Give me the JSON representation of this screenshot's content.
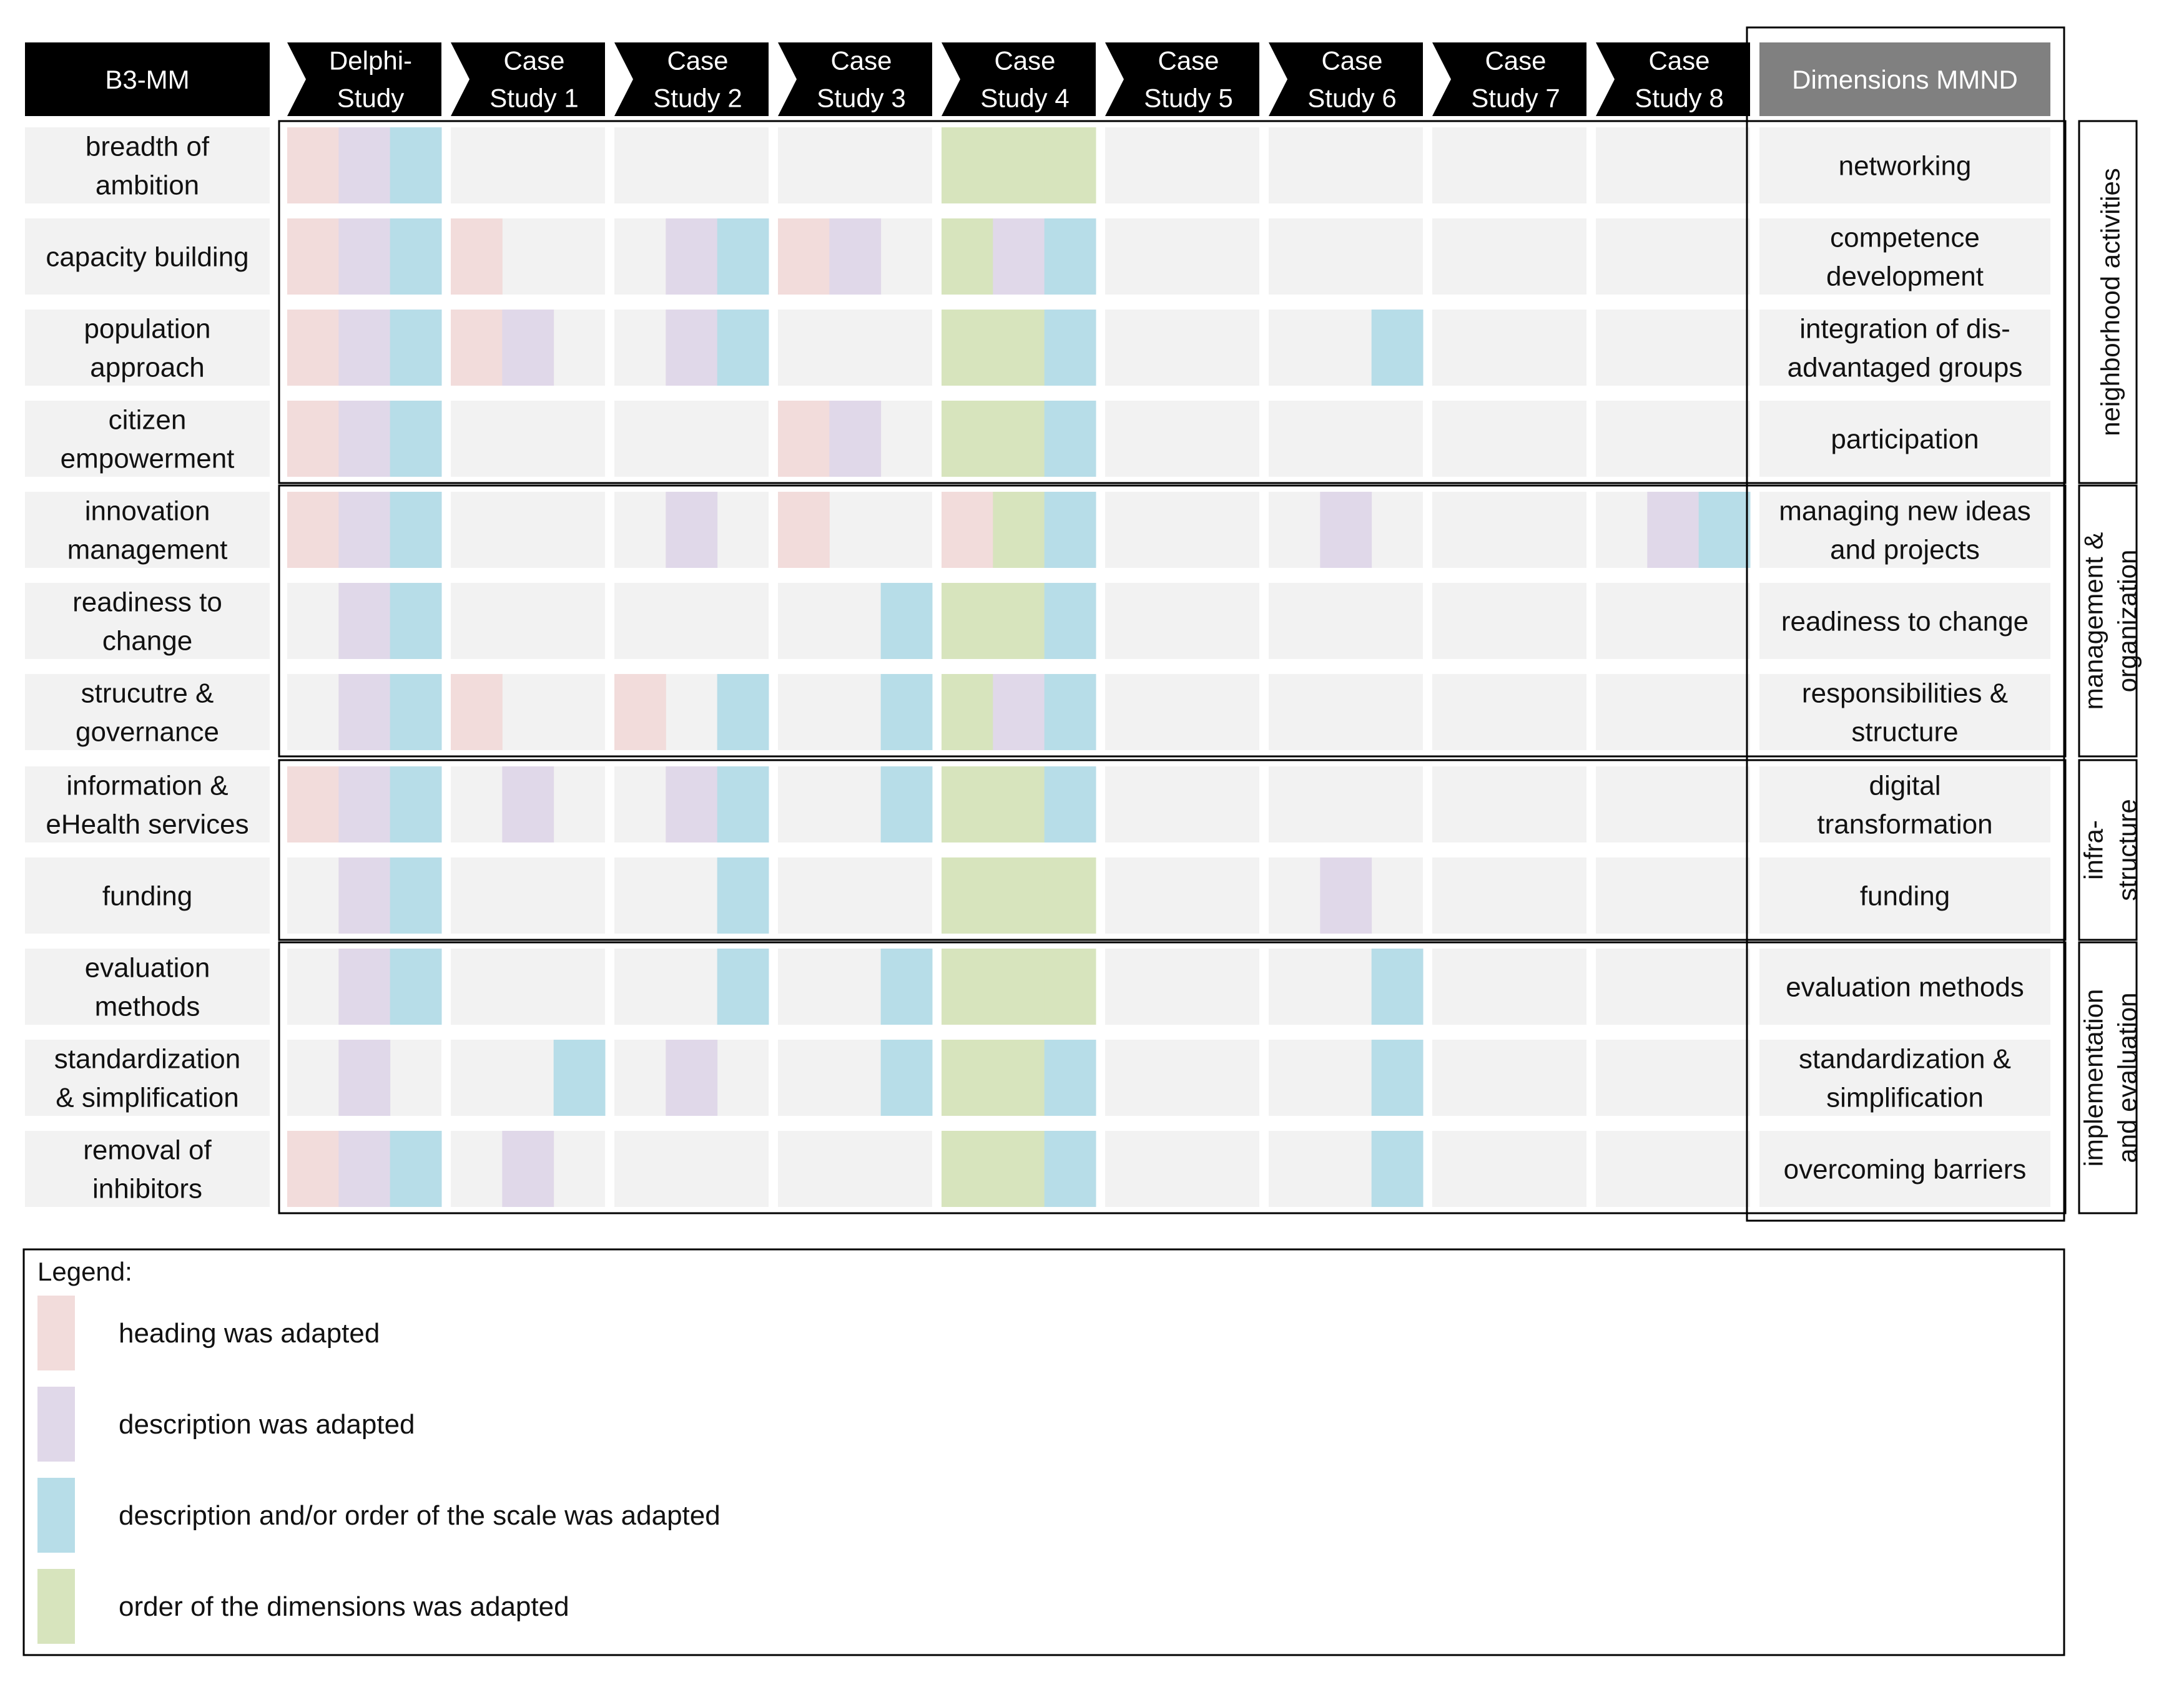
{
  "header": {
    "b3mm": "B3-MM",
    "studies": [
      [
        "Delphi-",
        "Study"
      ],
      [
        "Case",
        "Study 1"
      ],
      [
        "Case",
        "Study 2"
      ],
      [
        "Case",
        "Study 3"
      ],
      [
        "Case",
        "Study 4"
      ],
      [
        "Case",
        "Study 5"
      ],
      [
        "Case",
        "Study 6"
      ],
      [
        "Case",
        "Study 7"
      ],
      [
        "Case",
        "Study 8"
      ]
    ],
    "dimensions_title": "Dimensions MMND"
  },
  "rows": [
    {
      "b3": [
        "breadth of",
        "ambition"
      ],
      "mmnd": [
        "networking"
      ],
      "cells": [
        [
          "h",
          "d",
          "s"
        ],
        [],
        [],
        [],
        [
          "o",
          "o",
          "o"
        ],
        [],
        [],
        [],
        []
      ]
    },
    {
      "b3": [
        "capacity building"
      ],
      "mmnd": [
        "competence",
        "development"
      ],
      "cells": [
        [
          "h",
          "d",
          "s"
        ],
        [
          "h"
        ],
        [
          "",
          "d",
          "s"
        ],
        [
          "h",
          "d"
        ],
        [
          "o",
          "d",
          "s"
        ],
        [],
        [],
        [],
        []
      ]
    },
    {
      "b3": [
        "population",
        "approach"
      ],
      "mmnd": [
        "integration of dis-",
        "advantaged groups"
      ],
      "cells": [
        [
          "h",
          "d",
          "s"
        ],
        [
          "h",
          "d"
        ],
        [
          "",
          "d",
          "s"
        ],
        [],
        [
          "o",
          "o",
          "s"
        ],
        [],
        [
          "",
          "",
          "s"
        ],
        [],
        []
      ]
    },
    {
      "b3": [
        "citizen",
        "empowerment"
      ],
      "mmnd": [
        "participation"
      ],
      "cells": [
        [
          "h",
          "d",
          "s"
        ],
        [],
        [],
        [
          "h",
          "d"
        ],
        [
          "o",
          "o",
          "s"
        ],
        [],
        [],
        [],
        []
      ]
    },
    {
      "b3": [
        "innovation",
        "management"
      ],
      "mmnd": [
        "managing new ideas",
        "and projects"
      ],
      "cells": [
        [
          "h",
          "d",
          "s"
        ],
        [],
        [
          "",
          "d"
        ],
        [
          "h"
        ],
        [
          "h",
          "o",
          "s"
        ],
        [],
        [
          "",
          "d"
        ],
        [],
        [
          "",
          "d",
          "s"
        ]
      ]
    },
    {
      "b3": [
        "readiness to",
        "change"
      ],
      "mmnd": [
        "readiness to change"
      ],
      "cells": [
        [
          "",
          "d",
          "s"
        ],
        [],
        [],
        [
          "",
          "",
          "s"
        ],
        [
          "o",
          "o",
          "s"
        ],
        [],
        [],
        [],
        []
      ]
    },
    {
      "b3": [
        "strucutre &",
        "governance"
      ],
      "mmnd": [
        "responsibilities &",
        "structure"
      ],
      "cells": [
        [
          "",
          "d",
          "s"
        ],
        [
          "h"
        ],
        [
          "h",
          "",
          "s"
        ],
        [
          "",
          "",
          "s"
        ],
        [
          "o",
          "d",
          "s"
        ],
        [],
        [],
        [],
        []
      ]
    },
    {
      "b3": [
        "information &",
        "eHealth services"
      ],
      "mmnd": [
        "digital",
        "transformation"
      ],
      "cells": [
        [
          "h",
          "d",
          "s"
        ],
        [
          "",
          "d"
        ],
        [
          "",
          "d",
          "s"
        ],
        [
          "",
          "",
          "s"
        ],
        [
          "o",
          "o",
          "s"
        ],
        [],
        [],
        [],
        []
      ]
    },
    {
      "b3": [
        "funding"
      ],
      "mmnd": [
        "funding"
      ],
      "cells": [
        [
          "",
          "d",
          "s"
        ],
        [],
        [
          "",
          "",
          "s"
        ],
        [],
        [
          "o",
          "o",
          "o"
        ],
        [],
        [
          "",
          "d"
        ],
        [],
        []
      ]
    },
    {
      "b3": [
        "evaluation",
        "methods"
      ],
      "mmnd": [
        "evaluation methods"
      ],
      "cells": [
        [
          "",
          "d",
          "s"
        ],
        [],
        [
          "",
          "",
          "s"
        ],
        [
          "",
          "",
          "s"
        ],
        [
          "o",
          "o",
          "o"
        ],
        [],
        [
          "",
          "",
          "s"
        ],
        [],
        []
      ]
    },
    {
      "b3": [
        "standardization",
        "& simplification"
      ],
      "mmnd": [
        "standardization &",
        "simplification"
      ],
      "cells": [
        [
          "",
          "d"
        ],
        [
          "",
          "",
          "s"
        ],
        [
          "",
          "d"
        ],
        [
          "",
          "",
          "s"
        ],
        [
          "o",
          "o",
          "s"
        ],
        [],
        [
          "",
          "",
          "s"
        ],
        [],
        []
      ]
    },
    {
      "b3": [
        "removal of",
        "inhibitors"
      ],
      "mmnd": [
        "overcoming barriers"
      ],
      "cells": [
        [
          "h",
          "d",
          "s"
        ],
        [
          "",
          "d"
        ],
        [],
        [],
        [
          "o",
          "o",
          "s"
        ],
        [],
        [
          "",
          "",
          "s"
        ],
        [],
        []
      ]
    }
  ],
  "groups": [
    {
      "lines": [
        "neighborhood activities"
      ],
      "rows": [
        0,
        3
      ]
    },
    {
      "lines": [
        "management &",
        "organization"
      ],
      "rows": [
        4,
        6
      ]
    },
    {
      "lines": [
        "infra-",
        "structure"
      ],
      "rows": [
        7,
        8
      ]
    },
    {
      "lines": [
        "implementation",
        "and evaluation"
      ],
      "rows": [
        9,
        11
      ]
    }
  ],
  "legend": {
    "title": "Legend:",
    "items": [
      {
        "code": "h",
        "label": "heading was adapted"
      },
      {
        "code": "d",
        "label": "description was adapted"
      },
      {
        "code": "s",
        "label": "description and/or order of the scale was adapted"
      },
      {
        "code": "o",
        "label": "order of the dimensions was adapted"
      }
    ]
  },
  "colors": {
    "h": "#f2dcdb",
    "d": "#e0d8e9",
    "s": "#b7dde8",
    "o": "#d7e4bd",
    "cell_bg": "#f2f2f2",
    "header_black": "#000000",
    "header_gray": "#808080"
  }
}
